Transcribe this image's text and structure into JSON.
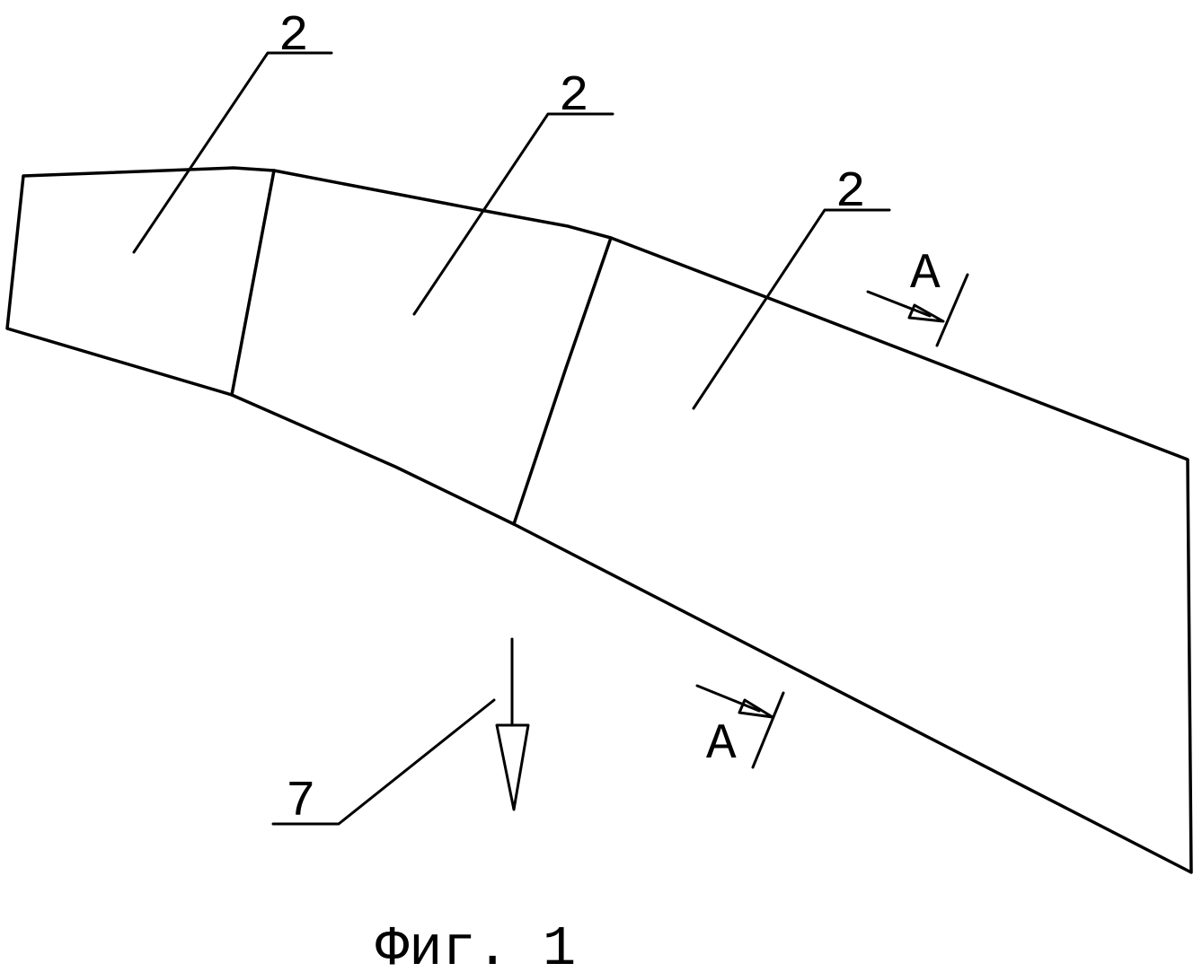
{
  "labels": {
    "part_2_left": "2",
    "part_2_middle": "2",
    "part_2_right": "2",
    "section_a_upper": "A",
    "section_a_lower": "A",
    "part_7": "7"
  },
  "caption": "Фиг. 1"
}
